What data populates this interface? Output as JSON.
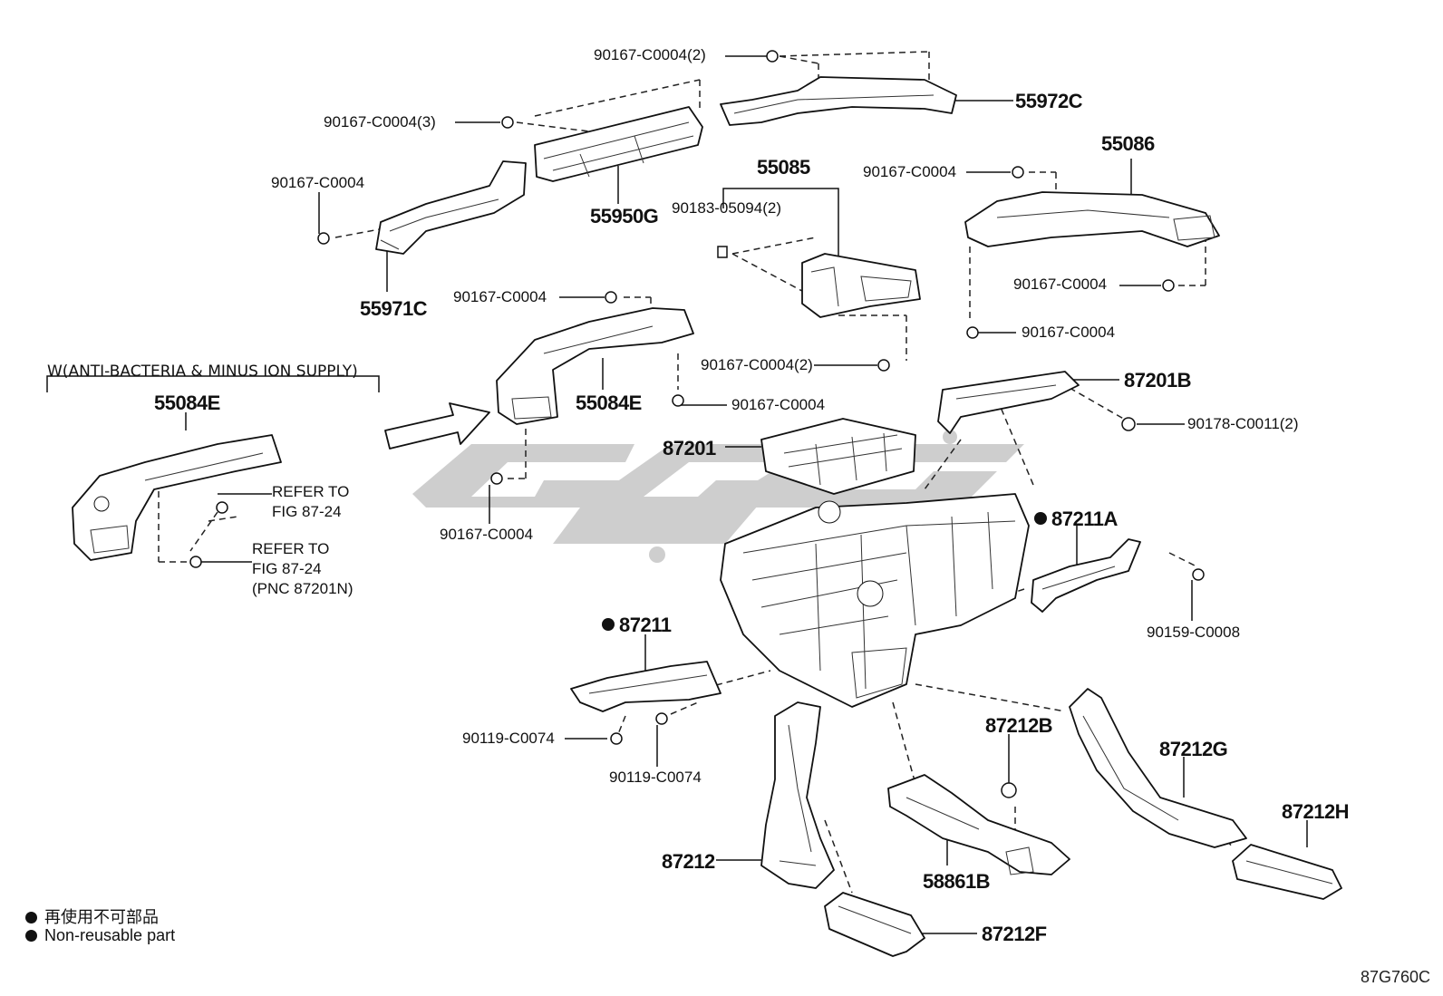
{
  "watermark_brand": "gray-watermark-logo",
  "variant_note": "W(ANTI-BACTERIA & MINUS ION SUPPLY)",
  "parts": {
    "p55972C": "55972C",
    "p55950G": "55950G",
    "p55971C": "55971C",
    "p55085": "55085",
    "p55086": "55086",
    "p55084E_left": "55084E",
    "p55084E_main": "55084E",
    "p87201B": "87201B",
    "p87201": "87201",
    "p87211A": "87211A",
    "p87211": "87211",
    "p87212B": "87212B",
    "p87212G": "87212G",
    "p87212H": "87212H",
    "p87212": "87212",
    "p58861B": "58861B",
    "p87212F": "87212F"
  },
  "fasteners": {
    "f1": "90167-C0004(2)",
    "f2": "90167-C0004(3)",
    "f3": "90167-C0004",
    "f4": "90183-05094(2)",
    "f5": "90167-C0004",
    "f6": "90167-C0004",
    "f7": "90167-C0004",
    "f8": "90167-C0004",
    "f9": "90167-C0004(2)",
    "f10": "90167-C0004",
    "f11": "90178-C0011(2)",
    "f12": "90167-C0004",
    "f13": "90159-C0008",
    "f14": "90119-C0074",
    "f15": "90119-C0074"
  },
  "refs": {
    "r1_line1": "REFER TO",
    "r1_line2": "FIG 87-24",
    "r2_line1": "REFER TO",
    "r2_line2": "FIG 87-24",
    "r2_line3": "(PNC 87201N)"
  },
  "legend": {
    "line1": "再使用不可部品",
    "line2": "Non-reusable part"
  },
  "diagram_code": "87G760C",
  "colors": {
    "ink": "#111111",
    "watermark": "#c8c8c8"
  }
}
